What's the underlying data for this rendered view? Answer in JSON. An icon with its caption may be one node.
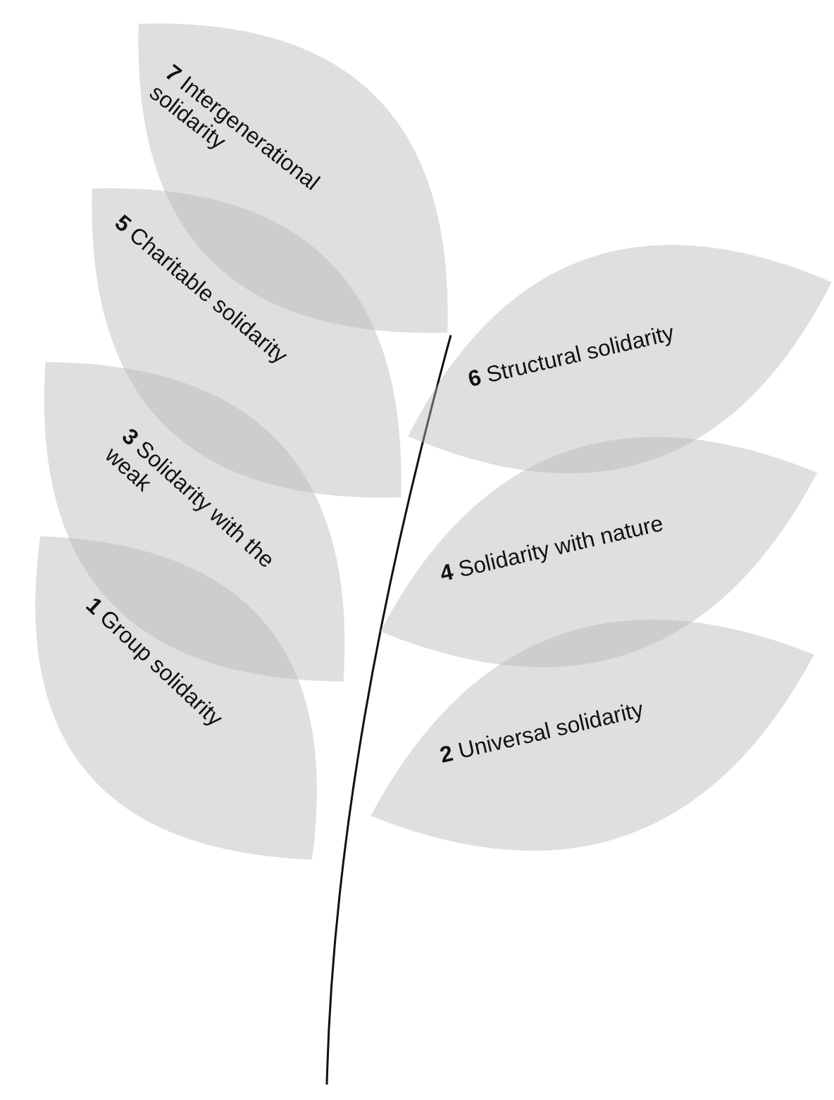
{
  "diagram": {
    "nodes": [
      {
        "text": [
          "**7** Intergenerational solidarity"
        ]
      },
      {
        "text": [
          "**5** Charitable solidarity"
        ]
      },
      {
        "text": [
          "**6** Structural solidarity"
        ]
      },
      {
        "text": [
          "**3** Solidarity with the weak"
        ]
      },
      {
        "text": [
          "**4** Solidarity with nature"
        ]
      },
      {
        "text": [
          "**1** Group solidarity"
        ]
      },
      {
        "text": [
          "**2** Universal solidarity"
        ]
      }
    ]
  }
}
